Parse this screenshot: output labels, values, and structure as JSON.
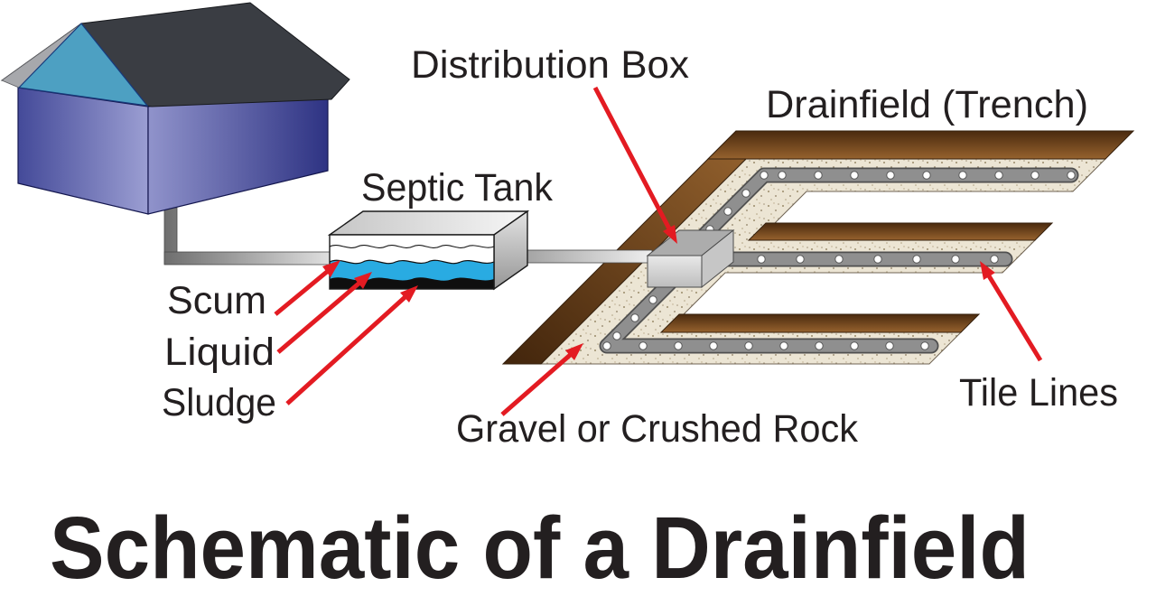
{
  "title": "Schematic of a Drainfield",
  "labels": {
    "septic_tank": "Septic Tank",
    "distribution_box": "Distribution Box",
    "drainfield": "Drainfield (Trench)",
    "scum": "Scum",
    "liquid": "Liquid",
    "sludge": "Sludge",
    "gravel": "Gravel or Crushed Rock",
    "tile_lines": "Tile Lines"
  },
  "colors": {
    "arrow_red": "#e31b22",
    "text_dark": "#231f20",
    "roof_charcoal": "#3a3d43",
    "house_wall_blue": "#5a5ea8",
    "gable_teal": "#4da0c2",
    "trench_brown": "#7a4c20",
    "gravel_beige": "#ece5d4",
    "pipe_gray": "#8f8f8f",
    "tank_liquid_blue": "#29abe2",
    "tank_sludge_black": "#0f0f0f"
  }
}
